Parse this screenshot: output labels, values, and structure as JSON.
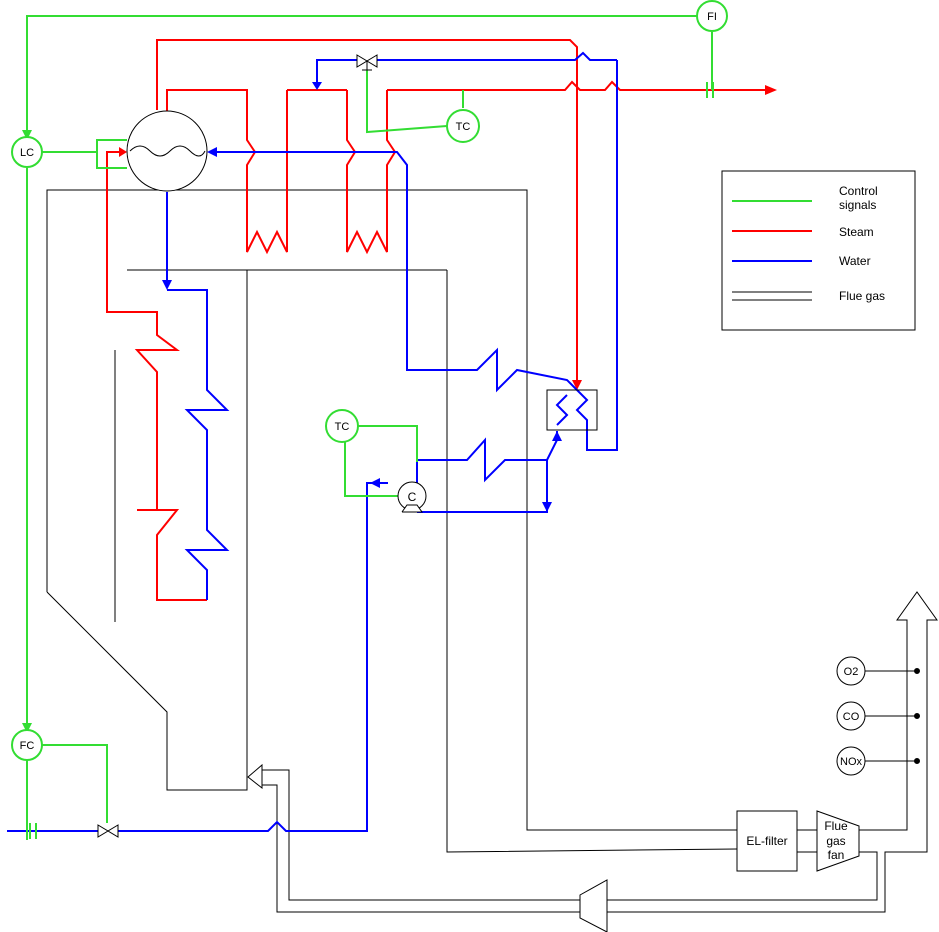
{
  "colors": {
    "control": "#33dd33",
    "steam": "#ff0000",
    "water": "#0000ff",
    "flue": "#000000"
  },
  "instruments": {
    "fi": "FI",
    "lc": "LC",
    "fc": "FC",
    "tc_top": "TC",
    "tc_mid": "TC",
    "o2": "O2",
    "co": "CO",
    "nox": "NOx"
  },
  "pump_label": "C",
  "equipment": {
    "el_filter": "EL-filter",
    "fan_line1": "Flue",
    "fan_line2": "gas",
    "fan_line3": "fan"
  },
  "legend": {
    "control_line1": "Control",
    "control_line2": "signals",
    "steam": "Steam",
    "water": "Water",
    "flue": "Flue gas"
  }
}
